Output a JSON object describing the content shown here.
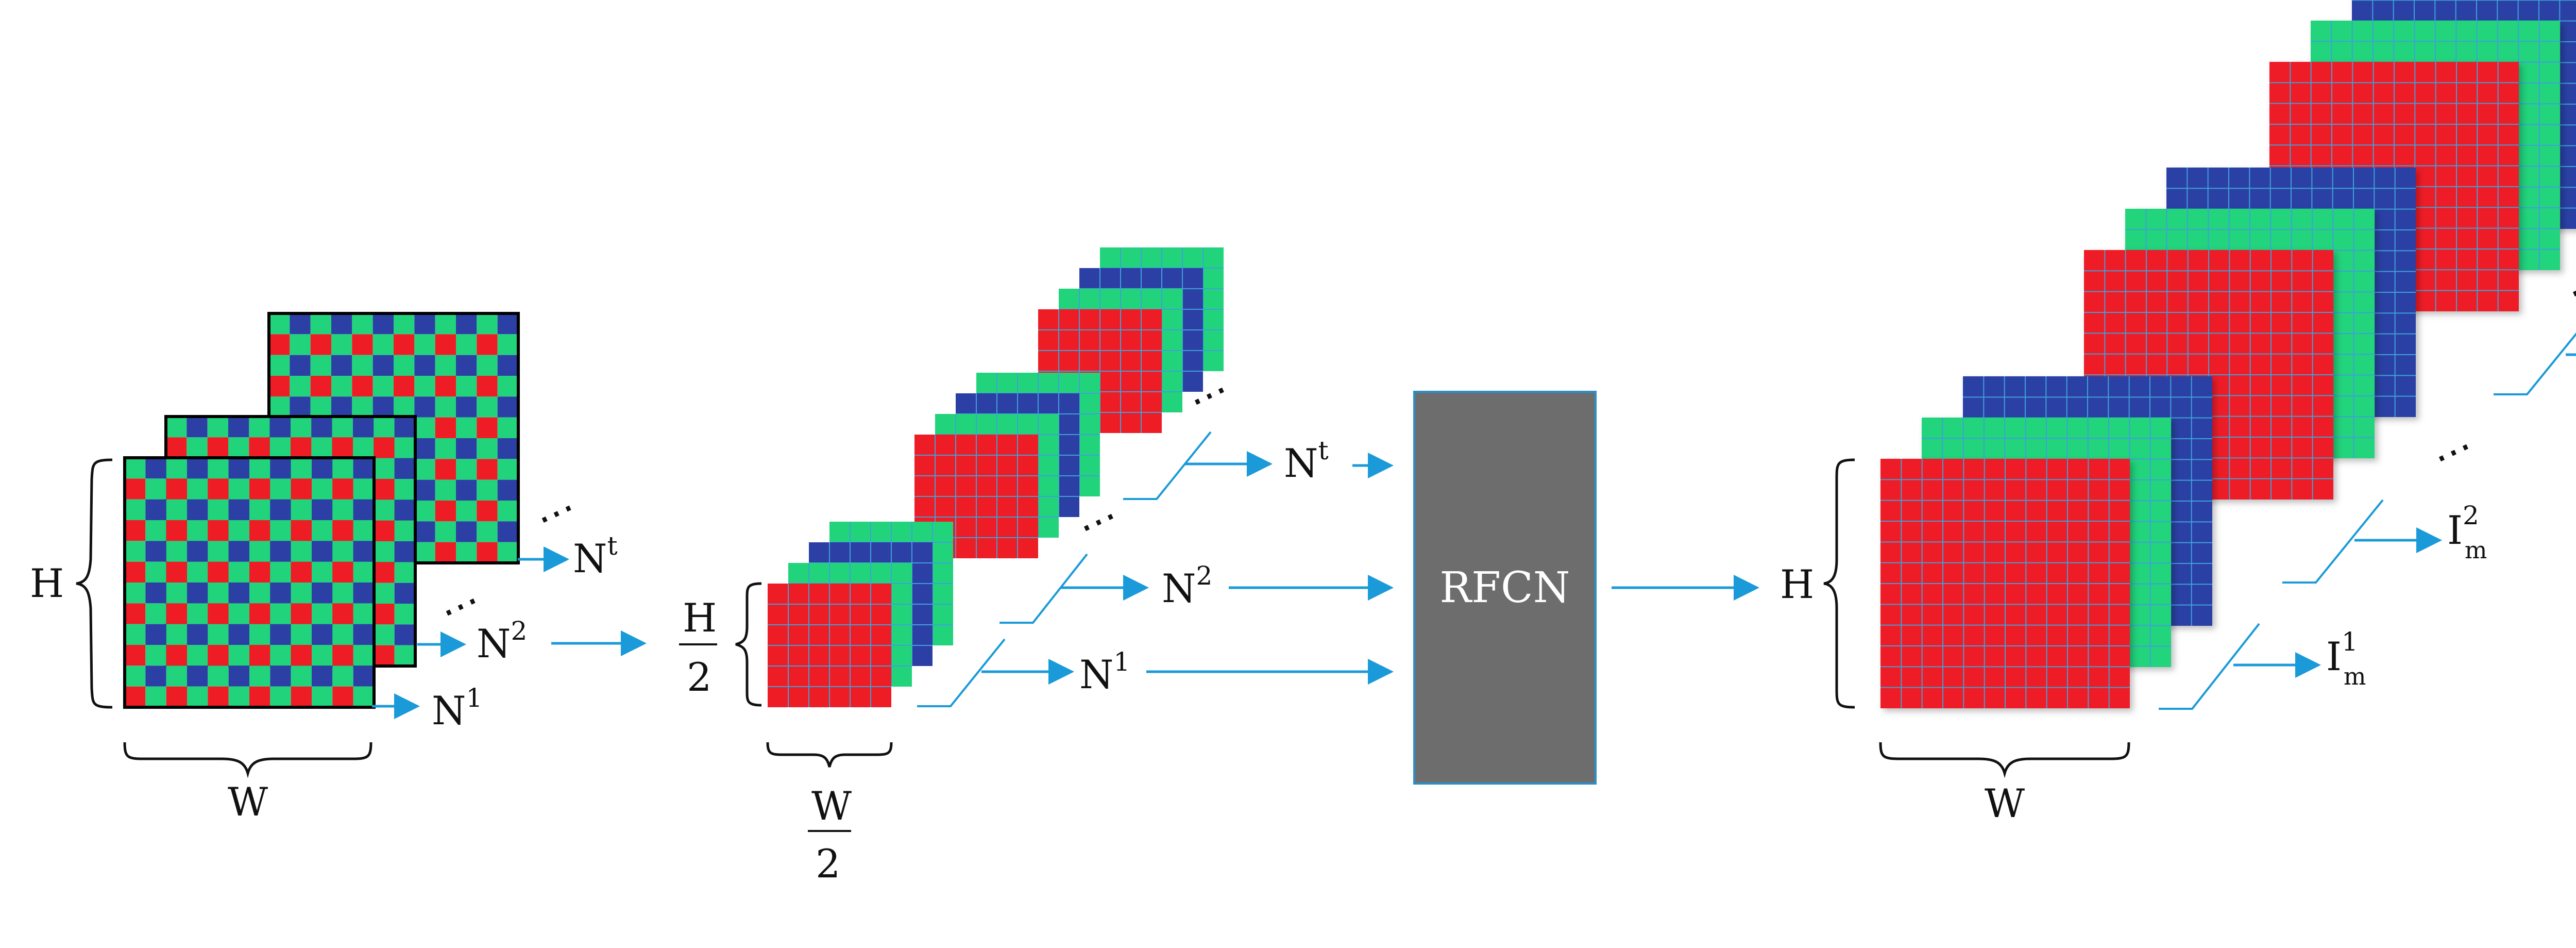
{
  "colors": {
    "red": "#ee1c25",
    "green": "#21d47c",
    "blue": "#2c3fa4",
    "grid": "#40a0d8",
    "arrow": "#1a9ad8",
    "block": "#6d6d6d",
    "text": "#111111"
  },
  "stage1": {
    "height_label": "H",
    "width_label": "W",
    "frames": [
      {
        "name": "N",
        "sup": "1"
      },
      {
        "name": "N",
        "sup": "2"
      },
      {
        "name": "N",
        "sup": "t"
      }
    ],
    "ellipsis": "⋯"
  },
  "stage2": {
    "height_num": "H",
    "height_den": "2",
    "width_num": "W",
    "width_den": "2",
    "frames": [
      {
        "name": "N",
        "sup": "1"
      },
      {
        "name": "N",
        "sup": "2"
      },
      {
        "name": "N",
        "sup": "t"
      }
    ],
    "ellipsis": "⋯"
  },
  "network": {
    "label": "RFCN"
  },
  "stage3": {
    "height_label": "H",
    "width_label": "W",
    "outputs": [
      {
        "name": "I",
        "sub": "m",
        "sup": "1"
      },
      {
        "name": "I",
        "sub": "m",
        "sup": "2"
      },
      {
        "name": "I",
        "sub": "m",
        "sup": "t"
      }
    ],
    "ellipsis": "⋯"
  }
}
